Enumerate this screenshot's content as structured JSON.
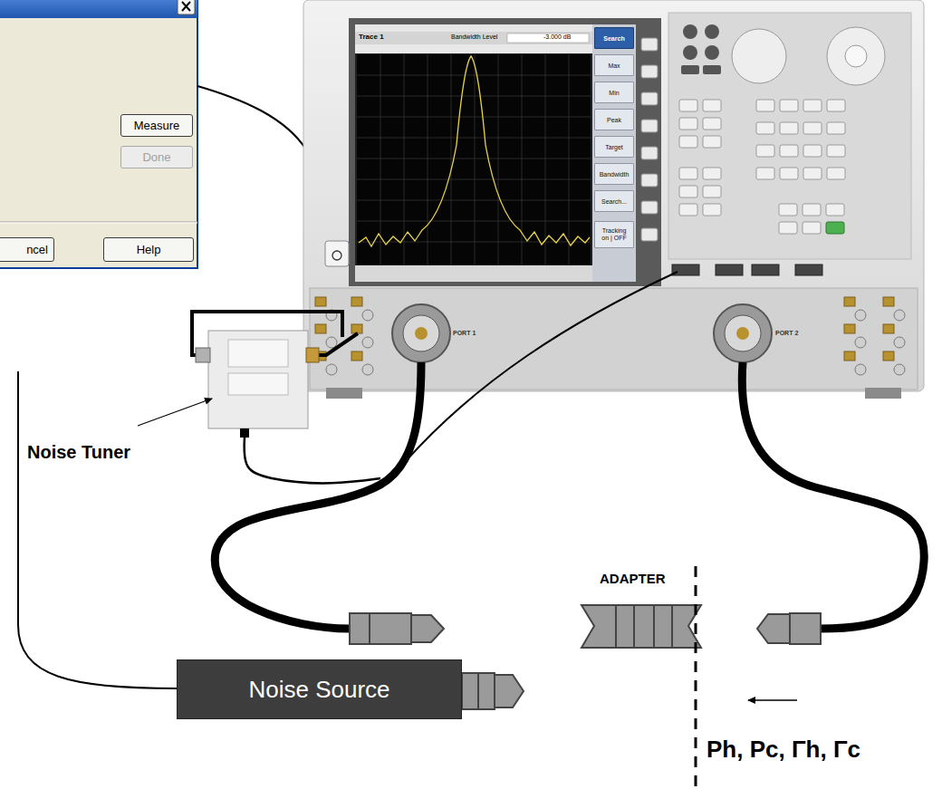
{
  "diagram": {
    "nodes": [
      {
        "text": [
          "Measure"
        ]
      },
      {
        "text": [
          "Done"
        ]
      },
      {
        "text": [
          "ncel"
        ]
      },
      {
        "text": [
          "Help"
        ]
      },
      {
        "text": [
          "Search"
        ]
      },
      {
        "text": [
          "Max"
        ]
      },
      {
        "text": [
          "Min"
        ]
      },
      {
        "text": [
          "Peak"
        ]
      },
      {
        "text": [
          "Target"
        ]
      },
      {
        "text": [
          "Bandwidth"
        ]
      },
      {
        "text": [
          "Search..."
        ]
      },
      {
        "text": [
          "Tracking on | OFF"
        ]
      },
      {
        "text": [
          "Noise Source"
        ]
      }
    ],
    "labels": [
      "Trace 1",
      "Bandwidth Level",
      "-3.000 dB",
      "PORT 1",
      "PORT 2",
      "Noise Tuner",
      "ADAPTER",
      "Ph, Pc, Γh, Γc"
    ]
  }
}
